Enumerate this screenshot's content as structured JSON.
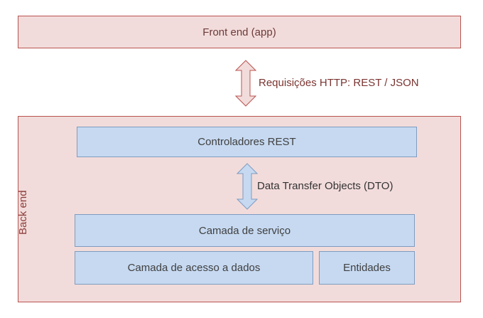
{
  "frontend": {
    "label": "Front end (app)"
  },
  "http_connector": {
    "label": "Requisições HTTP: REST / JSON",
    "icon": "double-arrow-vertical-icon"
  },
  "backend": {
    "label": "Back end",
    "controllers": "Controladores REST",
    "dto_connector": {
      "label": "Data Transfer Objects (DTO)",
      "icon": "double-arrow-vertical-icon"
    },
    "service_layer": "Camada de serviço",
    "data_access_layer": "Camada de acesso a dados",
    "entities": "Entidades"
  },
  "colors": {
    "pink_fill": "#f2dcdb",
    "pink_border": "#b85450",
    "blue_fill": "#c6d9f1",
    "blue_border": "#7f9cc0"
  }
}
